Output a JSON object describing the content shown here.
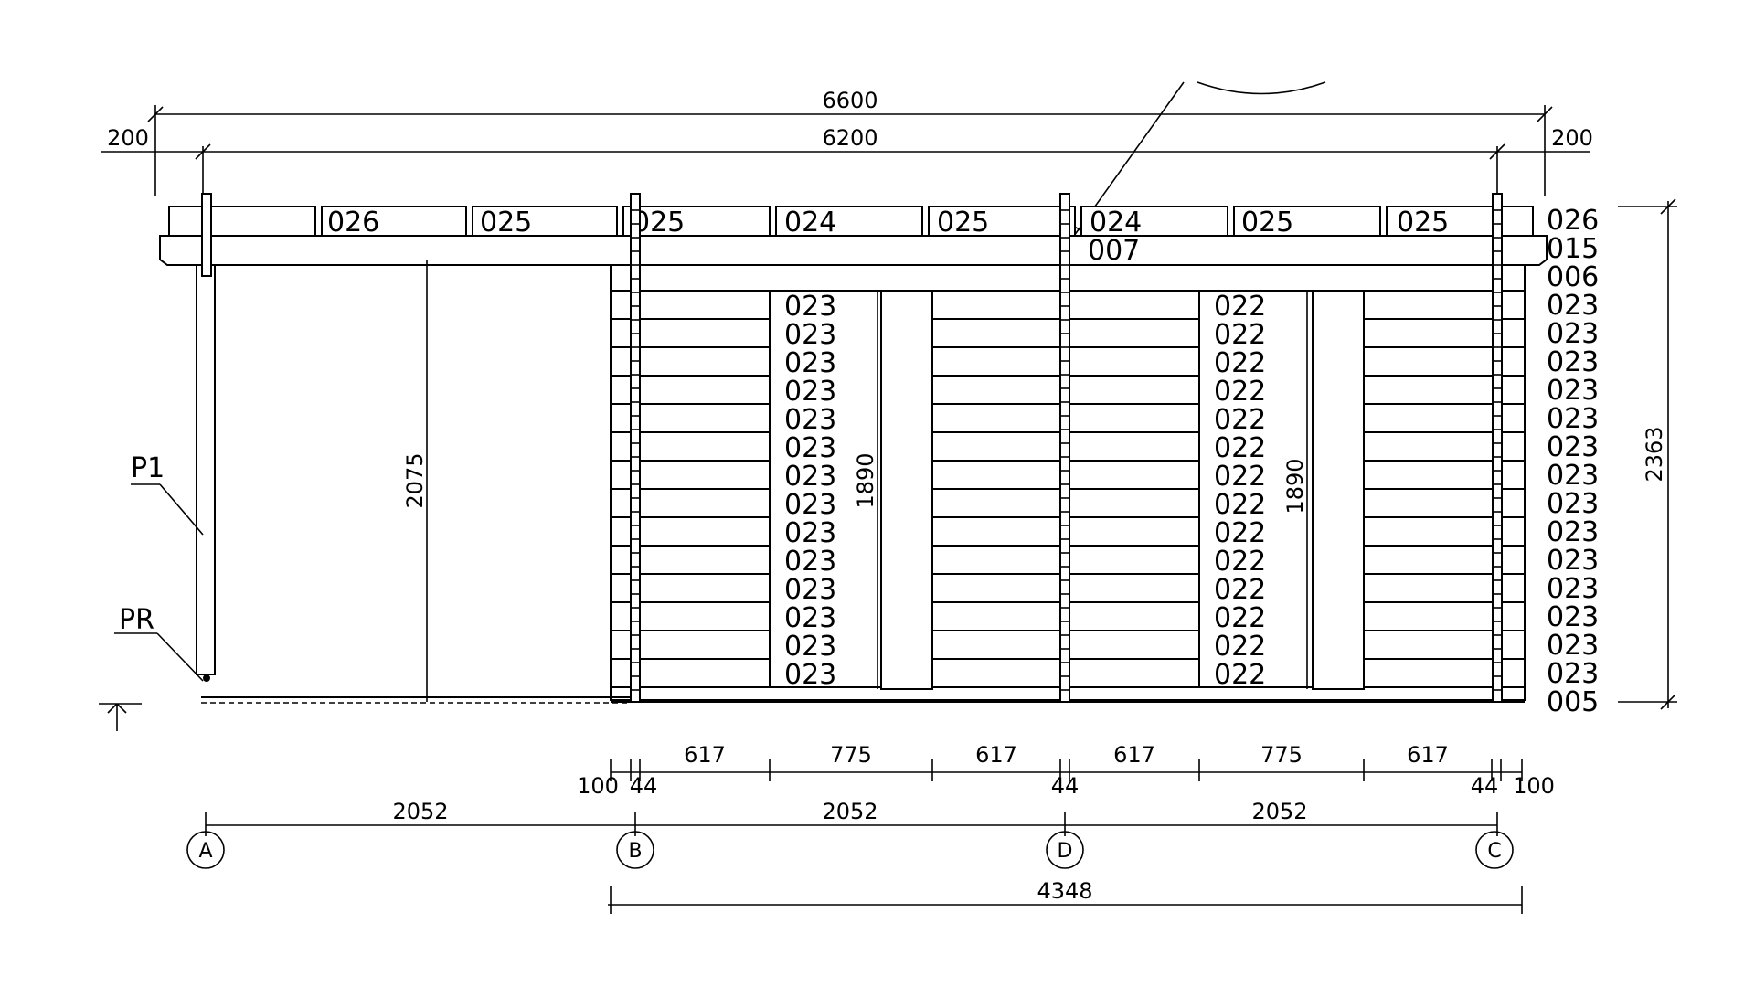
{
  "dimensions_top": {
    "overall": "6600",
    "inner": "6200",
    "overhang_left": "200",
    "overhang_right": "200"
  },
  "roof_parts": {
    "top_row": [
      "026",
      "025",
      "025",
      "024",
      "025",
      "024",
      "025",
      "025"
    ],
    "fascia_center": "007"
  },
  "right_labels": [
    "026",
    "015",
    "006",
    "023",
    "023",
    "023",
    "023",
    "023",
    "023",
    "023",
    "023",
    "023",
    "023",
    "023",
    "023",
    "023",
    "023",
    "005"
  ],
  "wall_labels": {
    "left": "023",
    "right": "022"
  },
  "vertical_dims": {
    "canopy_height": "2075",
    "window_left": "1890",
    "window_right": "1890",
    "overall_height": "2363"
  },
  "callouts": {
    "post": "P1",
    "post_base": "PR"
  },
  "segment_dims": [
    "100",
    "44",
    "617",
    "775",
    "617",
    "44",
    "617",
    "775",
    "617",
    "44",
    "100"
  ],
  "grid_dims": {
    "ab": "2052",
    "bd": "2052",
    "dc": "2052",
    "total": "4348"
  },
  "grid_axes": [
    "A",
    "B",
    "D",
    "C"
  ]
}
